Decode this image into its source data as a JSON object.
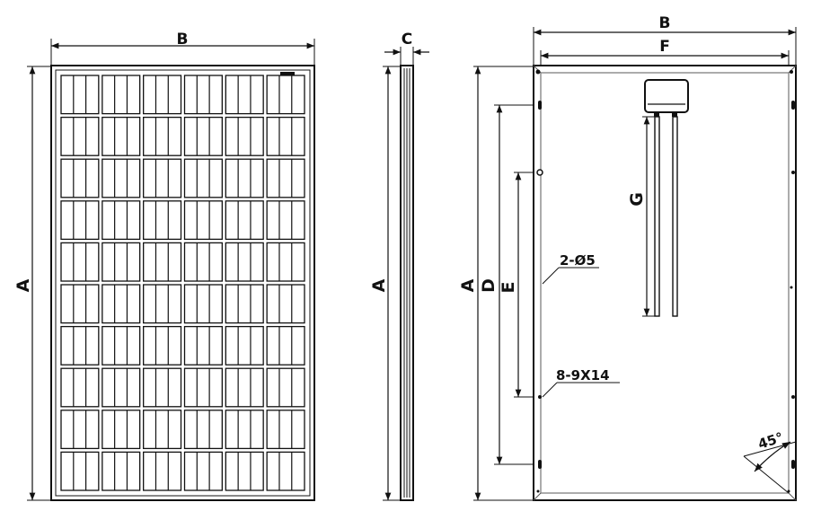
{
  "views": {
    "front": {
      "width_label": "B",
      "height_label": "A",
      "cell_columns": 6,
      "cell_rows": 10
    },
    "side": {
      "thickness_label": "C",
      "height_label": "A"
    },
    "back": {
      "width_label": "B",
      "inner_width_label": "F",
      "height_label": "A",
      "mount_span_label": "D",
      "hole_span_label": "E",
      "cable_label": "G",
      "ground_holes_note": "2-Ø5",
      "mount_holes_note": "8-9X14",
      "angle_note": "45°"
    }
  },
  "colors": {
    "line": "#111111",
    "frame_gray": "#9a9a9a"
  }
}
